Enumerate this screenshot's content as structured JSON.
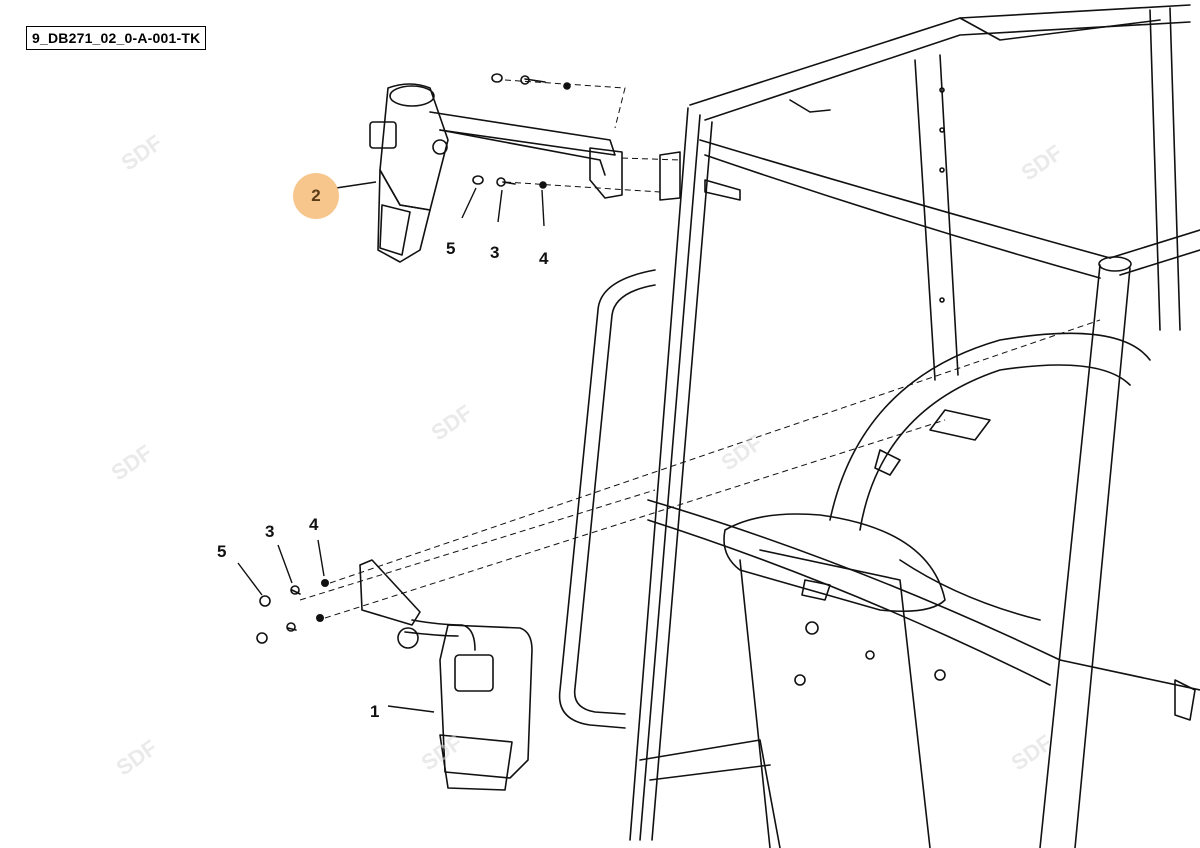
{
  "drawing": {
    "code": "9_DB271_02_0-A-001-TK",
    "accent_color": "#f6c68c"
  },
  "watermark": {
    "text": "SDF",
    "color": "#dadada"
  },
  "callouts": {
    "mirror_right": "2",
    "mirror_left": "1",
    "washer_top": "5",
    "screw_top": "3",
    "nut_top": "4",
    "washer_bottom": "5",
    "screw_bottom": "3",
    "nut_bottom": "4"
  }
}
